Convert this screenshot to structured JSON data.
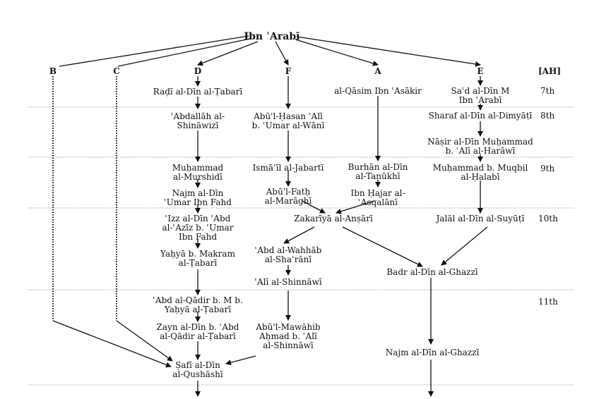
{
  "root": {
    "label": "Ibn ʿArabī"
  },
  "branches": {
    "b": "B",
    "c": "C",
    "d": "D",
    "f": "F",
    "a": "A",
    "e": "E"
  },
  "era_header": "[AH]",
  "centuries": {
    "c7": "7th",
    "c8": "8th",
    "c9": "9th",
    "c10": "10th",
    "c11": "11th"
  },
  "nodes": {
    "radi": [
      "Raḍī al-Dīn al-Ṭabarī"
    ],
    "abdallah": [
      "ʿAbdallāh al-",
      "Shināwizī"
    ],
    "muhammad_murshidi": [
      "Muḥammad",
      "al-Murshidī"
    ],
    "najm_fahd": [
      "Najm al-Dīn",
      "ʿUmar Ibn Fahd"
    ],
    "izz": [
      "ʿIzz al-Dīn ʿAbd",
      "al-ʿAzīz b. ʿUmar",
      "Ibn Fahd"
    ],
    "yahya": [
      "Yaḥyā b. Makram",
      "al-Ṭabarī"
    ],
    "abd_qadir": [
      "ʿAbd al-Qādir b. M b.",
      "Yaḥyā al-Ṭabarī"
    ],
    "zayn": [
      "Zayn al-Dīn b. ʿAbd",
      "al-Qādir al-Ṭabarī"
    ],
    "safi": [
      "Ṣafī al-Dīn",
      "al-Qushāshī"
    ],
    "abul_hasan": [
      "Abū'l-Ḥasan ʿAlī",
      "b. ʿUmar al-Wānī"
    ],
    "ismail": [
      "Ismāʿīl al-Jabartī"
    ],
    "abul_fath": [
      "Abū'l-Fatḥ",
      "al-Marāghī"
    ],
    "zakariya": [
      "Zakarīyā al-Anṣārī"
    ],
    "wahhab": [
      "ʿAbd al-Wahhāb",
      "al-Shaʿrānī"
    ],
    "ali_shinnawi": [
      "ʿAlī al-Shinnāwī"
    ],
    "mawahib": [
      "Abū'l-Mawāhib",
      "Aḥmad b. ʿAlī",
      "al-Shinnāwī"
    ],
    "qasim": [
      "al-Qāsim Ibn ʿAsākir"
    ],
    "burhan": [
      "Burhān al-Dīn",
      "al-Tanūkhī"
    ],
    "ibn_hajar": [
      "Ibn Ḥajar al-",
      "ʿAsqalānī"
    ],
    "sad": [
      "Saʿd al-Dīn M",
      "Ibn ʿArabī"
    ],
    "sharaf": [
      "Sharaf al-Dīn al-Dimyāṭī"
    ],
    "nasir": [
      "Nāṣir al-Dīn Muḥammad",
      "b. ʿAlī al-Harāwī"
    ],
    "muhammad_muqbil": [
      "Muḥammad b. Muqbil",
      "al-Ḥalabī"
    ],
    "jalal": [
      "Jalāl al-Dīn al-Suyūṭī"
    ],
    "badr": [
      "Badr al-Dīn al-Ghazzī"
    ],
    "najm_ghazzi": [
      "Najm al-Dīn al-Ghazzī"
    ]
  }
}
